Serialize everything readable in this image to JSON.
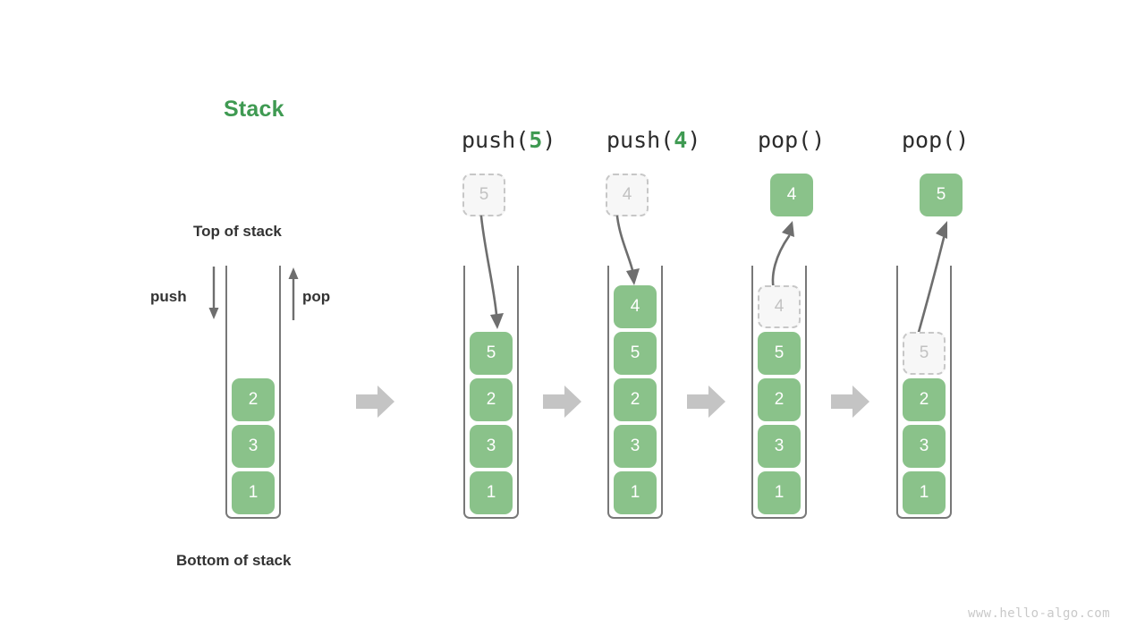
{
  "diagram": {
    "title": "Stack",
    "title_color": "#3f9a52",
    "accent_green": "#8ac28a",
    "ghost_gray": "#c2c2c2",
    "wall_gray": "#787878",
    "arrow_gray": "#6e6e6e",
    "block_arrow_gray": "#c4c4c4",
    "watermark": "www.hello-algo.com"
  },
  "labels": {
    "top_of_stack": "Top of stack",
    "bottom_of_stack": "Bottom of stack",
    "push": "push",
    "pop": "pop"
  },
  "columns": [
    {
      "id": "initial",
      "caption": "",
      "caption_prefix": "",
      "caption_arg": "",
      "caption_suffix": "",
      "floating": null,
      "cells": [
        {
          "value": "2",
          "state": "solid"
        },
        {
          "value": "3",
          "state": "solid"
        },
        {
          "value": "1",
          "state": "solid"
        }
      ]
    },
    {
      "id": "push5",
      "caption": "push(5)",
      "caption_prefix": "push(",
      "caption_arg": "5",
      "caption_suffix": ")",
      "floating": {
        "value": "5",
        "state": "ghost",
        "position": "above"
      },
      "motion": "down",
      "cells": [
        {
          "value": "5",
          "state": "solid"
        },
        {
          "value": "2",
          "state": "solid"
        },
        {
          "value": "3",
          "state": "solid"
        },
        {
          "value": "1",
          "state": "solid"
        }
      ]
    },
    {
      "id": "push4",
      "caption": "push(4)",
      "caption_prefix": "push(",
      "caption_arg": "4",
      "caption_suffix": ")",
      "floating": {
        "value": "4",
        "state": "ghost",
        "position": "above"
      },
      "motion": "down",
      "cells": [
        {
          "value": "4",
          "state": "solid"
        },
        {
          "value": "5",
          "state": "solid"
        },
        {
          "value": "2",
          "state": "solid"
        },
        {
          "value": "3",
          "state": "solid"
        },
        {
          "value": "1",
          "state": "solid"
        }
      ]
    },
    {
      "id": "pop1",
      "caption": "pop()",
      "caption_prefix": "pop(",
      "caption_arg": "",
      "caption_suffix": ")",
      "floating": {
        "value": "4",
        "state": "solid",
        "position": "above"
      },
      "motion": "up",
      "cells": [
        {
          "value": "4",
          "state": "ghost"
        },
        {
          "value": "5",
          "state": "solid"
        },
        {
          "value": "2",
          "state": "solid"
        },
        {
          "value": "3",
          "state": "solid"
        },
        {
          "value": "1",
          "state": "solid"
        }
      ]
    },
    {
      "id": "pop2",
      "caption": "pop()",
      "caption_prefix": "pop(",
      "caption_arg": "",
      "caption_suffix": ")",
      "floating": {
        "value": "5",
        "state": "solid",
        "position": "above"
      },
      "motion": "up",
      "cells": [
        {
          "value": "5",
          "state": "ghost"
        },
        {
          "value": "2",
          "state": "solid"
        },
        {
          "value": "3",
          "state": "solid"
        },
        {
          "value": "1",
          "state": "solid"
        }
      ]
    }
  ],
  "transitions": [
    {
      "from": "initial",
      "to": "push5",
      "glyph": "block-arrow-right"
    },
    {
      "from": "push5",
      "to": "push4",
      "glyph": "block-arrow-right"
    },
    {
      "from": "push4",
      "to": "pop1",
      "glyph": "block-arrow-right"
    },
    {
      "from": "pop1",
      "to": "pop2",
      "glyph": "block-arrow-right"
    }
  ]
}
